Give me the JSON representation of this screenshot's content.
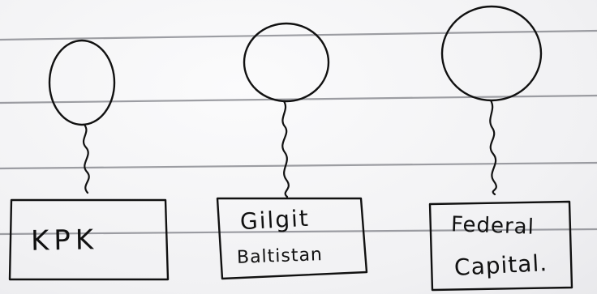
{
  "balloons": [
    {
      "label_lines": [
        "KPK"
      ]
    },
    {
      "label_lines": [
        "Gilgit",
        "Baltistan"
      ]
    },
    {
      "label_lines": [
        "Federal",
        "Capital."
      ]
    }
  ]
}
